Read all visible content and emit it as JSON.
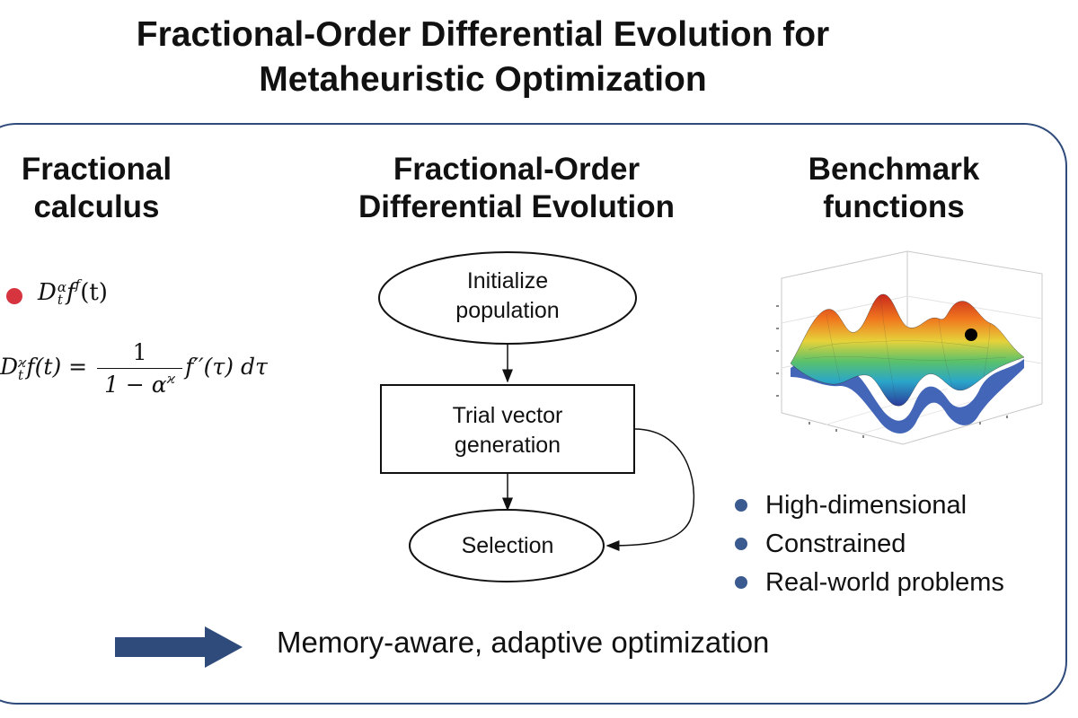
{
  "title": {
    "line1": "Fractional-Order Differential Evolution for",
    "line2": "Metaheuristic Optimization"
  },
  "left": {
    "heading_line1": "Fractional",
    "heading_line2": "calculus",
    "bullet_color": "#d6343f",
    "formula1": {
      "base": "D",
      "sup": "α",
      "sub": "t",
      "func": "f",
      "func_sup": "f",
      "arg": "(t)"
    },
    "formula2": {
      "lhs_base": "D",
      "lhs_sup": "ϰ",
      "lhs_sub": "t",
      "lhs_rest": "f(t) =",
      "numerator": "1",
      "denominator": "1 − α",
      "denominator_sup": "ϰ",
      "rhs": "f′′(τ) dτ"
    }
  },
  "middle": {
    "heading_line1": "Fractional-Order",
    "heading_line2": "Differential Evolution",
    "flow": {
      "initialize_line1": "Initialize",
      "initialize_line2": "population",
      "trial_line1": "Trial vector",
      "trial_line2": "generation",
      "selection": "Selection"
    }
  },
  "right": {
    "heading_line1": "Benchmark",
    "heading_line2": "functions",
    "bullet_color": "#3b5a8f",
    "bullets": [
      "High-dimensional",
      "Constrained",
      "Real-world problems"
    ]
  },
  "footer": {
    "arrow_color": "#2f4b7c",
    "tagline": "Memory-aware, adaptive optimization"
  },
  "colors": {
    "panel_border": "#2f4b7c"
  }
}
